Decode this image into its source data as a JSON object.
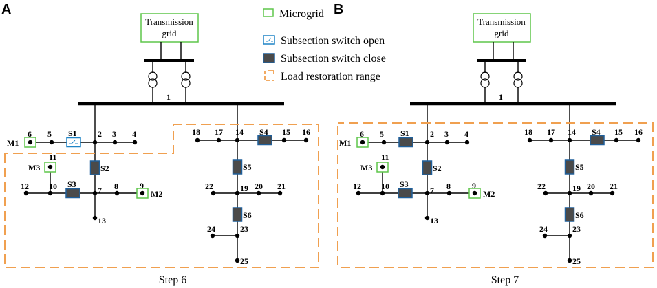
{
  "colors": {
    "line": "#000000",
    "microgrid_border": "#5ec64a",
    "switch_open_border": "#1f84c6",
    "switch_close_fill": "#4a4a4a",
    "switch_close_border": "#1f5f9a",
    "restoration_range": "#f0a050"
  },
  "legend": {
    "microgrid": "Microgrid",
    "switch_open": "Subsection switch open",
    "switch_close": "Subsection switch close",
    "restoration": "Load restoration range"
  },
  "panels": [
    {
      "letter": "A",
      "step": "Step 6",
      "transmission_line1": "Transmission",
      "transmission_line2": "grid",
      "bus_main": "1",
      "microgrids": [
        "M1",
        "M2",
        "M3"
      ],
      "switches": [
        {
          "label": "S1",
          "state": "open"
        },
        {
          "label": "S2",
          "state": "close"
        },
        {
          "label": "S3",
          "state": "close"
        },
        {
          "label": "S4",
          "state": "close"
        },
        {
          "label": "S5",
          "state": "close"
        },
        {
          "label": "S6",
          "state": "close"
        }
      ],
      "nodes": [
        "2",
        "3",
        "4",
        "5",
        "6",
        "7",
        "8",
        "9",
        "10",
        "11",
        "12",
        "13",
        "14",
        "15",
        "16",
        "17",
        "18",
        "19",
        "20",
        "21",
        "22",
        "23",
        "24",
        "25"
      ]
    },
    {
      "letter": "B",
      "step": "Step 7",
      "transmission_line1": "Transmission",
      "transmission_line2": "grid",
      "bus_main": "1",
      "microgrids": [
        "M1",
        "M2",
        "M3"
      ],
      "switches": [
        {
          "label": "S1",
          "state": "close"
        },
        {
          "label": "S2",
          "state": "close"
        },
        {
          "label": "S3",
          "state": "close"
        },
        {
          "label": "S4",
          "state": "close"
        },
        {
          "label": "S5",
          "state": "close"
        },
        {
          "label": "S6",
          "state": "close"
        }
      ],
      "nodes": [
        "2",
        "3",
        "4",
        "5",
        "6",
        "7",
        "8",
        "9",
        "10",
        "11",
        "12",
        "13",
        "14",
        "15",
        "16",
        "17",
        "18",
        "19",
        "20",
        "21",
        "22",
        "23",
        "24",
        "25"
      ]
    }
  ]
}
